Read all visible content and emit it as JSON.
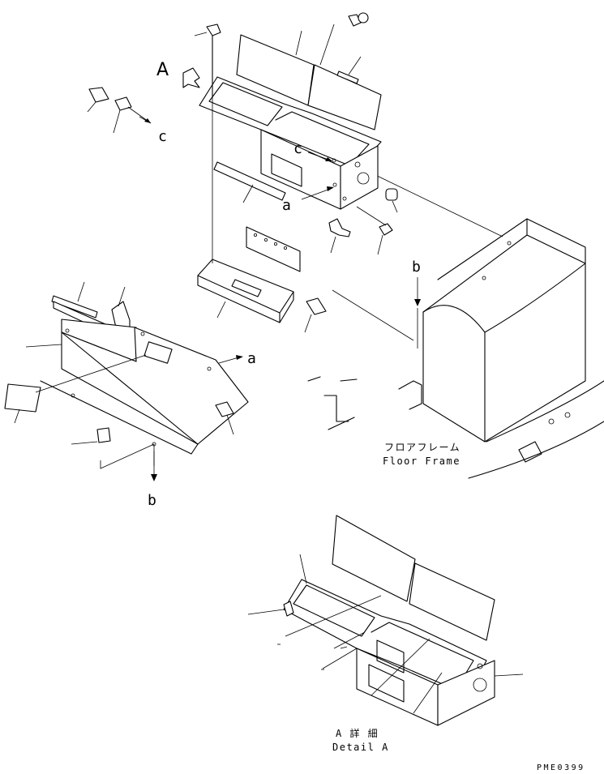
{
  "labels": {
    "view_a": "A",
    "ref_a": "a",
    "ref_b": "b",
    "ref_c": "c"
  },
  "floor_frame": {
    "jp": "フロアフレーム",
    "en": "Floor Frame"
  },
  "detail_a": {
    "jp": "A 詳 細",
    "en": "Detail A"
  },
  "drawing_code": "PME0399"
}
